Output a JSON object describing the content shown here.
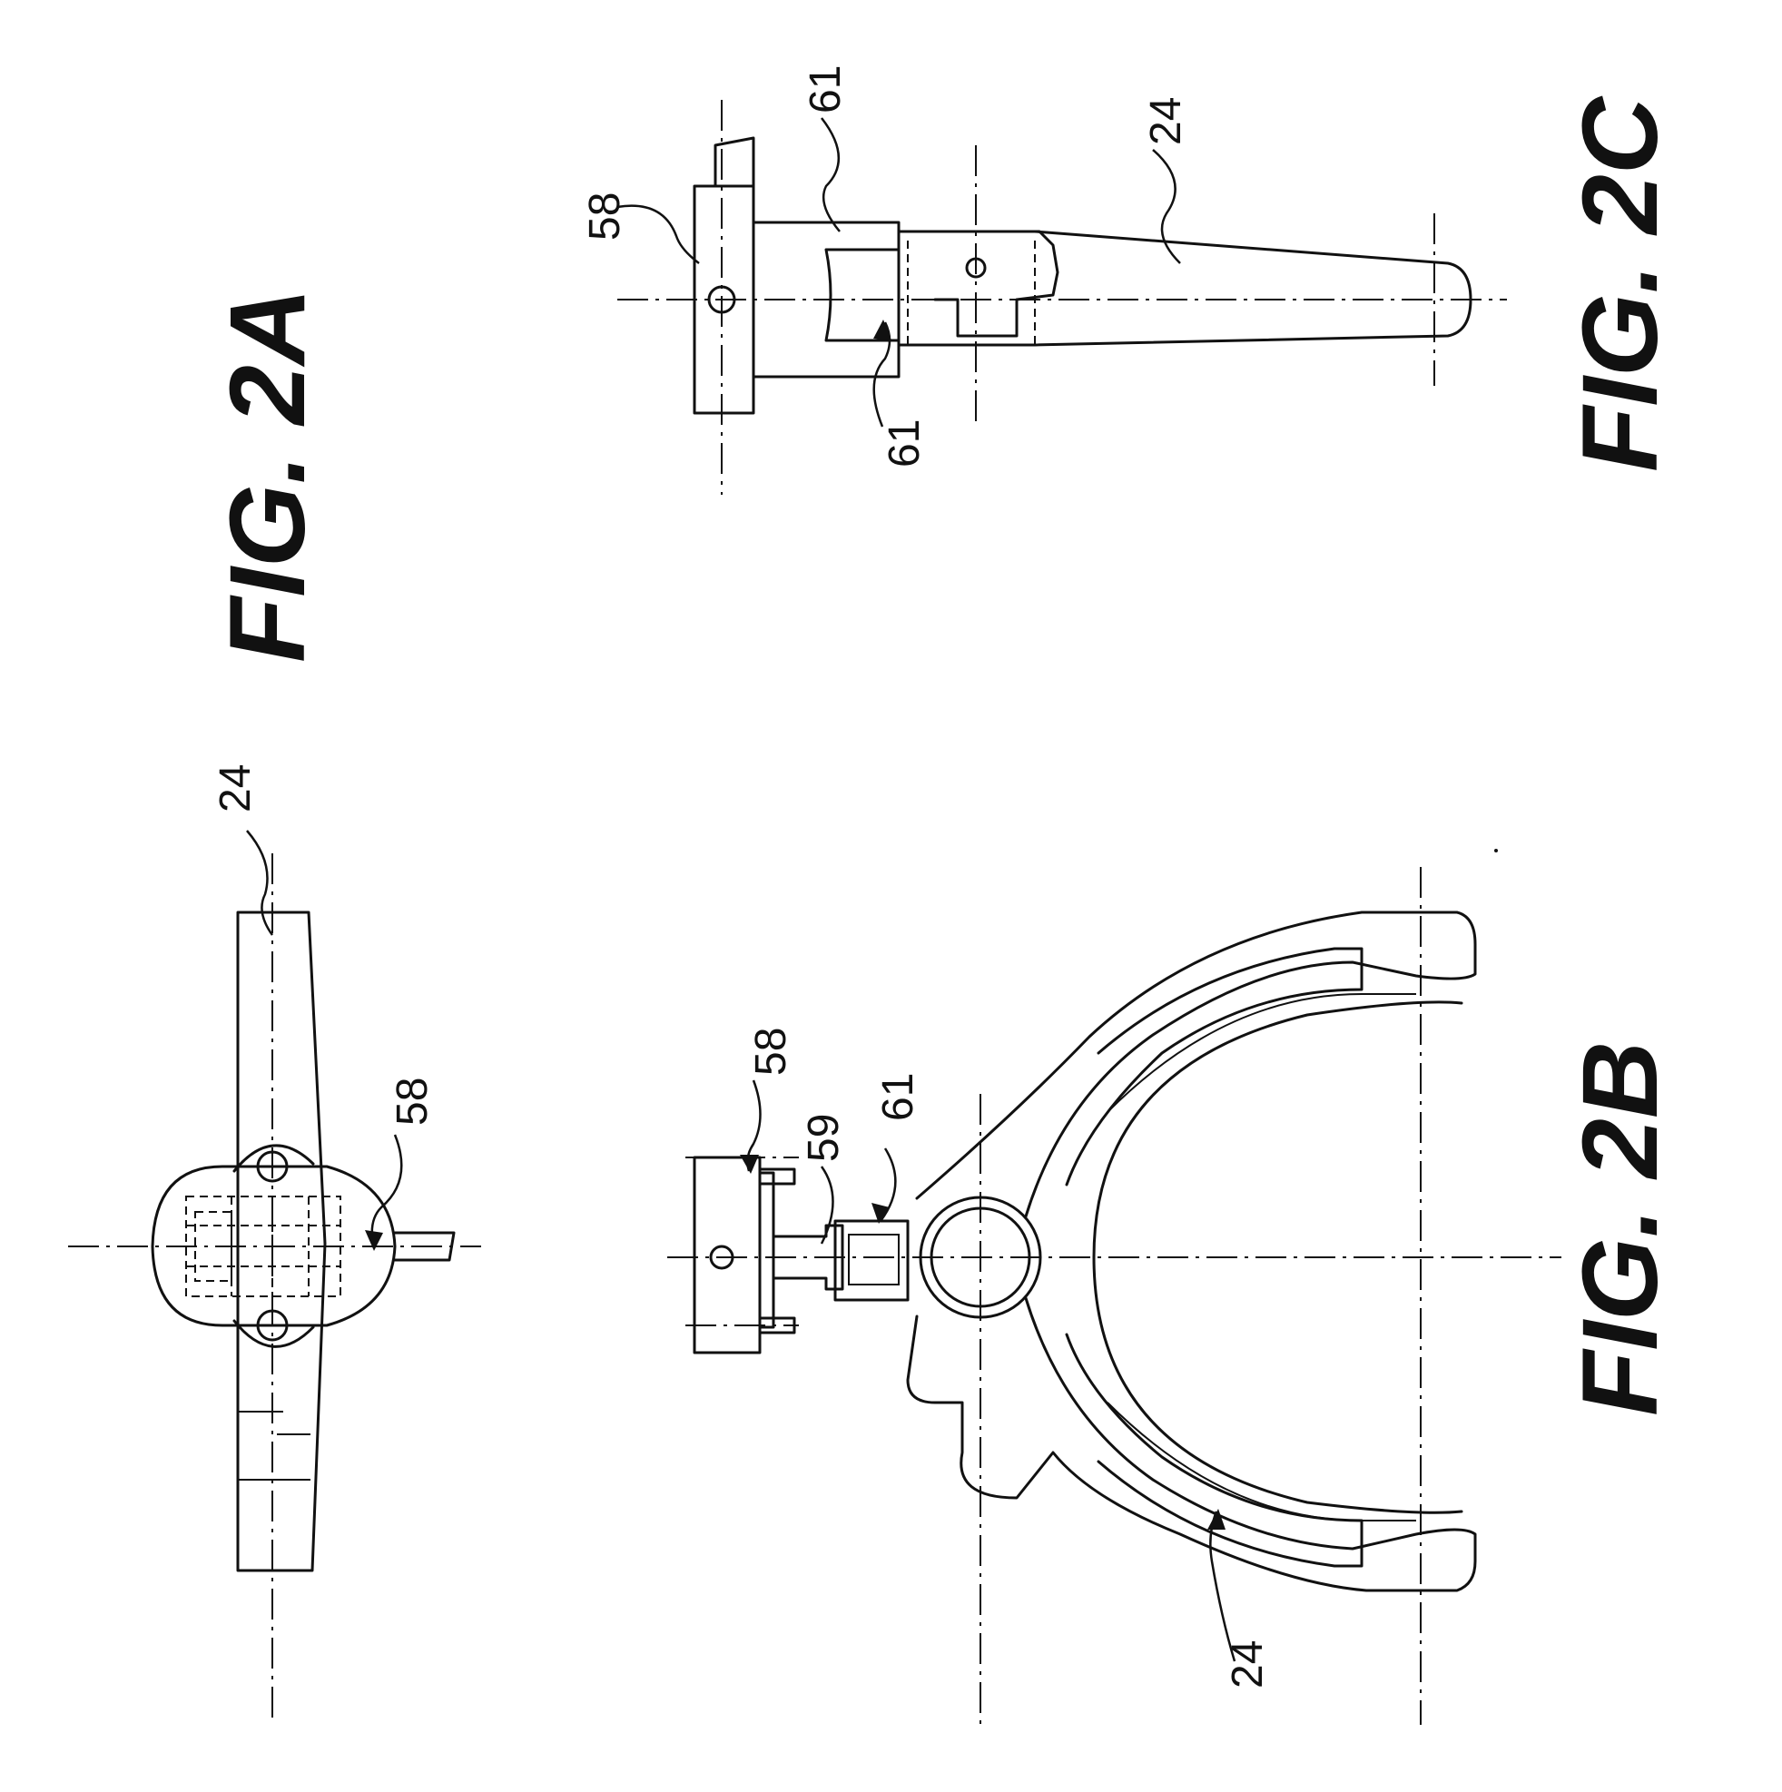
{
  "figures": {
    "fig_2a": {
      "title": "FIG. 2A"
    },
    "fig_2b": {
      "title": "FIG. 2B"
    },
    "fig_2c": {
      "title": "FIG. 2C"
    }
  },
  "reference_numerals": {
    "shift_fork": "24",
    "block": "58",
    "pin": "59",
    "rail_member": "61"
  }
}
